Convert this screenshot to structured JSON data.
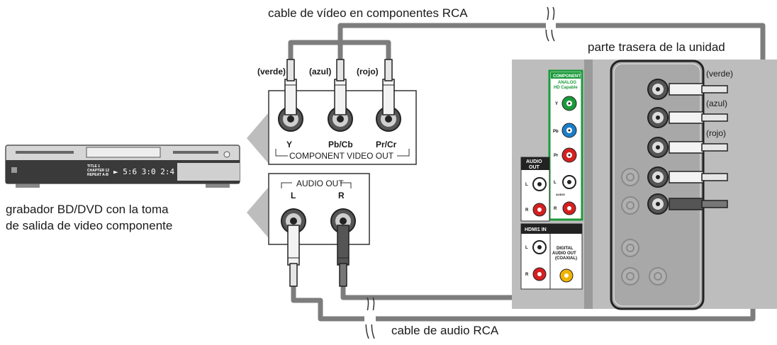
{
  "labels": {
    "video_cable": "cable de vídeo en componentes RCA",
    "audio_cable": "cable de audio RCA",
    "rear_of_unit": "parte trasera de la unidad",
    "recorder_line1": "grabador BD/DVD con la toma",
    "recorder_line2": "de salida de video componente"
  },
  "source_video": {
    "plug_labels": [
      "(verde)",
      "(azul)",
      "(rojo)"
    ],
    "jack_labels": [
      "Y",
      "Pb/Cb",
      "Pr/Cr"
    ],
    "group_label": "COMPONENT VIDEO OUT"
  },
  "source_audio": {
    "group_label": "AUDIO OUT",
    "jack_labels": [
      "L",
      "R"
    ]
  },
  "tv_panel": {
    "component_title": "COMPONENT",
    "component_sub1": "ANALOG",
    "component_sub2": "HD Capable",
    "component_jacks": [
      "Y",
      "Pb",
      "Pr"
    ],
    "audio_out_line1": "AUDIO",
    "audio_out_line2": "OUT",
    "hdmi_label": "HDMI1 IN",
    "digital_line1": "DIGITAL",
    "digital_line2": "AUDIO OUT",
    "digital_line3": "(COAXIAL)",
    "audio_word": "AUDIO",
    "l": "L",
    "r": "R"
  },
  "rear_plug_labels": [
    "(verde)",
    "(azul)",
    "(rojo)"
  ],
  "player_display": {
    "title_lines": [
      "TITLE    1",
      "CHAPTER 12",
      "REPEAT A-B"
    ],
    "time": "► 5:6 3:0 2:4"
  },
  "colors": {
    "green": "#1a9a3a",
    "blue": "#1a7ec8",
    "red": "#d42020",
    "yellow": "#f0b400",
    "panel_gray": "#bdbdbd",
    "cable_gray": "#7d7d7d"
  }
}
